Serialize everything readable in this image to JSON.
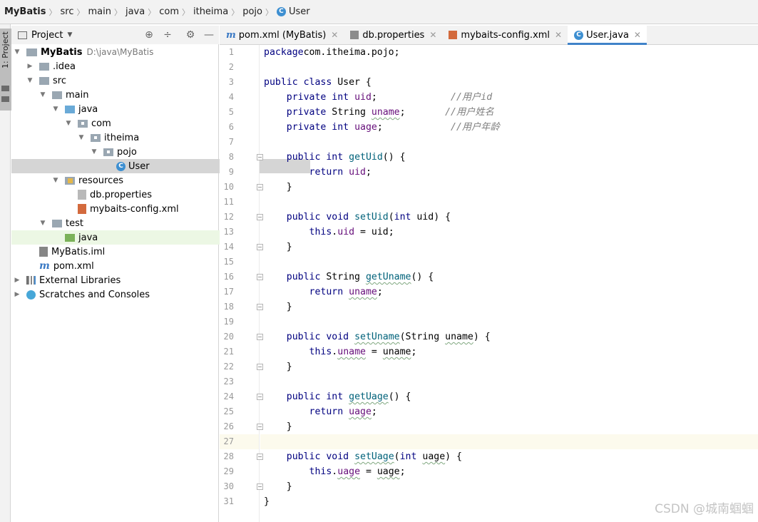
{
  "nav": {
    "crumbs": [
      "MyBatis",
      "src",
      "main",
      "java",
      "com",
      "itheima",
      "pojo",
      "User"
    ]
  },
  "tool_window_stripe": {
    "label": "1: Project"
  },
  "project_panel": {
    "title": "Project"
  },
  "tree": [
    {
      "label": "MyBatis",
      "extra": "D:\\java\\MyBatis",
      "icon": "project-folder-icon",
      "depth": 0,
      "arrow": "down"
    },
    {
      "label": ".idea",
      "icon": "folder-icon",
      "depth": 1,
      "arrow": "right"
    },
    {
      "label": "src",
      "icon": "folder-icon",
      "depth": 1,
      "arrow": "down"
    },
    {
      "label": "main",
      "icon": "folder-icon",
      "depth": 2,
      "arrow": "down"
    },
    {
      "label": "java",
      "icon": "source-folder-icon",
      "depth": 3,
      "arrow": "down"
    },
    {
      "label": "com",
      "icon": "package-icon",
      "depth": 4,
      "arrow": "down"
    },
    {
      "label": "itheima",
      "icon": "package-icon",
      "depth": 5,
      "arrow": "down"
    },
    {
      "label": "pojo",
      "icon": "package-icon",
      "depth": 6,
      "arrow": "down"
    },
    {
      "label": "User",
      "icon": "class-icon",
      "depth": 7,
      "arrow": "none",
      "selected": true
    },
    {
      "label": "resources",
      "icon": "resources-folder-icon",
      "depth": 3,
      "arrow": "down"
    },
    {
      "label": "db.properties",
      "icon": "properties-file-icon",
      "depth": 4,
      "arrow": "none"
    },
    {
      "label": "mybaits-config.xml",
      "icon": "xml-file-icon",
      "depth": 4,
      "arrow": "none"
    },
    {
      "label": "test",
      "icon": "folder-icon",
      "depth": 2,
      "arrow": "down"
    },
    {
      "label": "java",
      "icon": "test-source-folder-icon",
      "depth": 3,
      "arrow": "none",
      "highlighted": true
    },
    {
      "label": "MyBatis.iml",
      "icon": "iml-file-icon",
      "depth": 1,
      "arrow": "none"
    },
    {
      "label": "pom.xml",
      "icon": "maven-icon",
      "depth": 1,
      "arrow": "none"
    },
    {
      "label": "External Libraries",
      "icon": "libraries-icon",
      "depth": 0,
      "arrow": "right"
    },
    {
      "label": "Scratches and Consoles",
      "icon": "scratches-icon",
      "depth": 0,
      "arrow": "right"
    }
  ],
  "tabs": [
    {
      "label": "pom.xml (MyBatis)",
      "icon": "maven-icon",
      "active": false
    },
    {
      "label": "db.properties",
      "icon": "properties-file-icon",
      "active": false
    },
    {
      "label": "mybaits-config.xml",
      "icon": "xml-file-icon",
      "active": false
    },
    {
      "label": "User.java",
      "icon": "class-icon",
      "active": true
    }
  ],
  "editor": {
    "current_line": 27,
    "fold_lines": [
      8,
      10,
      12,
      14,
      16,
      18,
      20,
      22,
      24,
      26,
      28,
      30
    ],
    "lines": [
      [
        [
          "kw",
          "package"
        ],
        [
          "",
          "com.itheima.pojo;"
        ]
      ],
      [],
      [
        [
          "kw",
          "public class"
        ],
        [
          "",
          " User {"
        ]
      ],
      [
        [
          "",
          "    "
        ],
        [
          "kw",
          "private int"
        ],
        [
          "",
          " "
        ],
        [
          "fld",
          "uid"
        ],
        [
          "",
          ";             "
        ],
        [
          "cmt",
          "//用户id"
        ]
      ],
      [
        [
          "",
          "    "
        ],
        [
          "kw",
          "private"
        ],
        [
          "",
          " String "
        ],
        [
          "fld wv",
          "uname"
        ],
        [
          "",
          ";       "
        ],
        [
          "cmt",
          "//用户姓名"
        ]
      ],
      [
        [
          "",
          "    "
        ],
        [
          "kw",
          "private int"
        ],
        [
          "",
          " "
        ],
        [
          "fld",
          "uage"
        ],
        [
          "",
          ";            "
        ],
        [
          "cmt",
          "//用户年龄"
        ]
      ],
      [],
      [
        [
          "",
          "    "
        ],
        [
          "kw",
          "public int"
        ],
        [
          "",
          " "
        ],
        [
          "mth",
          "getUid"
        ],
        [
          "",
          "() {"
        ]
      ],
      [
        [
          "",
          "        "
        ],
        [
          "kw",
          "return"
        ],
        [
          "",
          " "
        ],
        [
          "fld",
          "uid"
        ],
        [
          "",
          ";"
        ]
      ],
      [
        [
          "",
          "    }"
        ]
      ],
      [],
      [
        [
          "",
          "    "
        ],
        [
          "kw",
          "public void"
        ],
        [
          "",
          " "
        ],
        [
          "mth",
          "setUid"
        ],
        [
          "",
          "("
        ],
        [
          "kw",
          "int"
        ],
        [
          "",
          " uid) {"
        ]
      ],
      [
        [
          "",
          "        "
        ],
        [
          "kw",
          "this"
        ],
        [
          "",
          "."
        ],
        [
          "fld",
          "uid"
        ],
        [
          "",
          " = uid;"
        ]
      ],
      [
        [
          "",
          "    }"
        ]
      ],
      [],
      [
        [
          "",
          "    "
        ],
        [
          "kw",
          "public"
        ],
        [
          "",
          " String "
        ],
        [
          "mth wv",
          "getUname"
        ],
        [
          "",
          "() {"
        ]
      ],
      [
        [
          "",
          "        "
        ],
        [
          "kw",
          "return"
        ],
        [
          "",
          " "
        ],
        [
          "fld wv",
          "uname"
        ],
        [
          "",
          ";"
        ]
      ],
      [
        [
          "",
          "    }"
        ]
      ],
      [],
      [
        [
          "",
          "    "
        ],
        [
          "kw",
          "public void"
        ],
        [
          "",
          " "
        ],
        [
          "mth wv",
          "setUname"
        ],
        [
          "",
          "(String "
        ],
        [
          "wv",
          "uname"
        ],
        [
          "",
          ") {"
        ]
      ],
      [
        [
          "",
          "        "
        ],
        [
          "kw",
          "this"
        ],
        [
          "",
          "."
        ],
        [
          "fld wv",
          "uname"
        ],
        [
          "",
          " = "
        ],
        [
          "wv",
          "uname"
        ],
        [
          "",
          ";"
        ]
      ],
      [
        [
          "",
          "    }"
        ]
      ],
      [],
      [
        [
          "",
          "    "
        ],
        [
          "kw",
          "public int"
        ],
        [
          "",
          " "
        ],
        [
          "mth wv",
          "getUage"
        ],
        [
          "",
          "() {"
        ]
      ],
      [
        [
          "",
          "        "
        ],
        [
          "kw",
          "return"
        ],
        [
          "",
          " "
        ],
        [
          "fld wv",
          "uage"
        ],
        [
          "",
          ";"
        ]
      ],
      [
        [
          "",
          "    }"
        ]
      ],
      [],
      [
        [
          "",
          "    "
        ],
        [
          "kw",
          "public void"
        ],
        [
          "",
          " "
        ],
        [
          "mth wv",
          "setUage"
        ],
        [
          "",
          "("
        ],
        [
          "kw",
          "int"
        ],
        [
          "",
          " "
        ],
        [
          "wv",
          "uage"
        ],
        [
          "",
          ") {"
        ]
      ],
      [
        [
          "",
          "        "
        ],
        [
          "kw",
          "this"
        ],
        [
          "",
          "."
        ],
        [
          "fld wv",
          "uage"
        ],
        [
          "",
          " = "
        ],
        [
          "wv",
          "uage"
        ],
        [
          "",
          ";"
        ]
      ],
      [
        [
          "",
          "    }"
        ]
      ],
      [
        [
          "",
          "}"
        ]
      ]
    ]
  },
  "watermark": "CSDN @城南蝈蝈"
}
